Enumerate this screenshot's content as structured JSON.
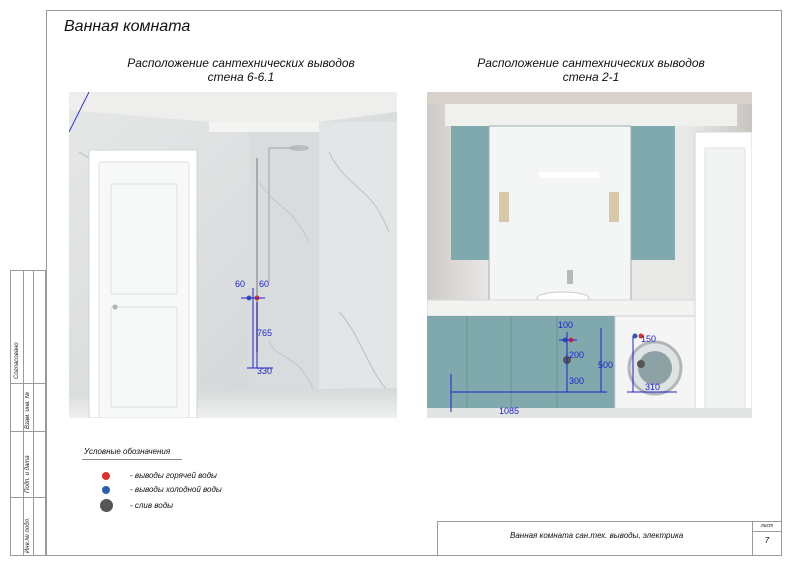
{
  "sheet": {
    "title": "Ванная комната",
    "stamp_labels": [
      "Согласовано",
      "Взам. инв. №",
      "Подп. и дата",
      "Инв.№ подл."
    ]
  },
  "panels": [
    {
      "title_line1": "Расположение сантехнических выводов",
      "title_line2": "стена 6-6.1",
      "dims": [
        "60",
        "60",
        "765",
        "330"
      ]
    },
    {
      "title_line1": "Расположение сантехнических выводов",
      "title_line2": "стена 2-1",
      "dims": [
        "100",
        "200",
        "300",
        "500",
        "150",
        "310",
        "1085"
      ]
    }
  ],
  "legend": {
    "title": "Условные обозначения",
    "items": [
      {
        "label": "- выводы горячей воды",
        "color": "#e0302a"
      },
      {
        "label": "- выводы холодной воды",
        "color": "#2a5fb0"
      },
      {
        "label": "- слив воды",
        "color": "#555555"
      }
    ]
  },
  "title_block": {
    "description": "Ванная комната сан.тех. выводы, электрика",
    "sheet_label": "лист",
    "sheet_number": "7"
  },
  "colors": {
    "cabinet": "#7fa9ac",
    "dimension": "#2222cc",
    "hot": "#e0302a",
    "cold": "#2a5fb0"
  }
}
